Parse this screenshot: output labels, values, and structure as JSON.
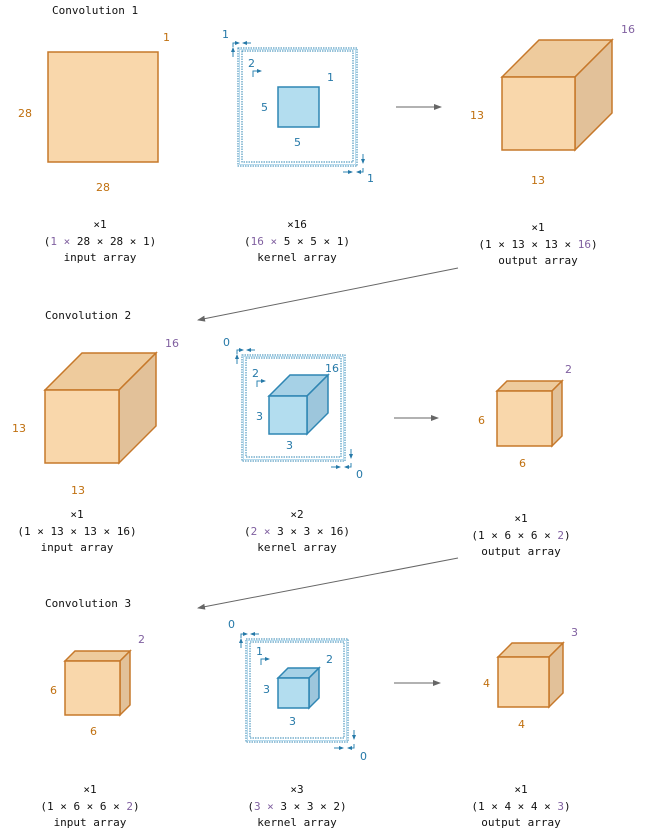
{
  "colors": {
    "orange": "#c0700f",
    "purple": "#8060a0",
    "blue": "#2679a8",
    "dark": "#111111",
    "box_fill": "#f9d7ab",
    "box_top": "#eecb9d",
    "box_side": "#e2c199",
    "box_stroke": "#c6782a",
    "k_fill": "#b3ddef",
    "k_top": "#a6d1e6",
    "k_side": "#9dc6dc",
    "k_stroke": "#2f86b3"
  },
  "sections": [
    {
      "title": "Convolution 1",
      "input": {
        "labels": {
          "depth": "1",
          "height": "28",
          "width": "28"
        },
        "multiplier": "×1",
        "shape": [
          {
            "t": "(",
            "c": "dark"
          },
          {
            "t": "1 ×",
            "c": "purple"
          },
          {
            "t": " 28 × 28 × 1)",
            "c": "dark"
          }
        ],
        "caption": "input array"
      },
      "kernel": {
        "labels": {
          "pad": "1",
          "stride": "2",
          "depth": "1",
          "height": "5",
          "width": "5",
          "pad_end": "1"
        },
        "multiplier": "×16",
        "shape": [
          {
            "t": "(",
            "c": "dark"
          },
          {
            "t": "16 ×",
            "c": "purple"
          },
          {
            "t": " 5 × 5 × 1)",
            "c": "dark"
          }
        ],
        "caption": "kernel array"
      },
      "output": {
        "labels": {
          "depth": "16",
          "height": "13",
          "width": "13"
        },
        "multiplier": "×1",
        "shape": [
          {
            "t": "(1 × 13 × 13 × ",
            "c": "dark"
          },
          {
            "t": "16",
            "c": "purple"
          },
          {
            "t": ")",
            "c": "dark"
          }
        ],
        "caption": "output array"
      }
    },
    {
      "title": "Convolution 2",
      "input": {
        "labels": {
          "depth": "16",
          "height": "13",
          "width": "13"
        },
        "multiplier": "×1",
        "shape": [
          {
            "t": "(1 × 13 × 13 × 16)",
            "c": "dark"
          }
        ],
        "caption": "input array"
      },
      "kernel": {
        "labels": {
          "pad": "0",
          "stride": "2",
          "depth": "16",
          "height": "3",
          "width": "3",
          "pad_end": "0"
        },
        "multiplier": "×2",
        "shape": [
          {
            "t": "(",
            "c": "dark"
          },
          {
            "t": "2 ×",
            "c": "purple"
          },
          {
            "t": " 3 × 3 × 16)",
            "c": "dark"
          }
        ],
        "caption": "kernel array"
      },
      "output": {
        "labels": {
          "depth": "2",
          "height": "6",
          "width": "6"
        },
        "multiplier": "×1",
        "shape": [
          {
            "t": "(1 × 6 × 6 × ",
            "c": "dark"
          },
          {
            "t": "2",
            "c": "purple"
          },
          {
            "t": ")",
            "c": "dark"
          }
        ],
        "caption": "output array"
      }
    },
    {
      "title": "Convolution 3",
      "input": {
        "labels": {
          "depth": "2",
          "height": "6",
          "width": "6"
        },
        "multiplier": "×1",
        "shape": [
          {
            "t": "(1 × 6 × 6 × ",
            "c": "dark"
          },
          {
            "t": "2",
            "c": "purple"
          },
          {
            "t": ")",
            "c": "dark"
          }
        ],
        "caption": "input array"
      },
      "kernel": {
        "labels": {
          "pad": "0",
          "stride": "1",
          "depth": "2",
          "height": "3",
          "width": "3",
          "pad_end": "0"
        },
        "multiplier": "×3",
        "shape": [
          {
            "t": "(",
            "c": "dark"
          },
          {
            "t": "3 ×",
            "c": "purple"
          },
          {
            "t": " 3 × 3 × 2)",
            "c": "dark"
          }
        ],
        "caption": "kernel array"
      },
      "output": {
        "labels": {
          "depth": "3",
          "height": "4",
          "width": "4"
        },
        "multiplier": "×1",
        "shape": [
          {
            "t": "(1 × 4 × 4 × ",
            "c": "dark"
          },
          {
            "t": "3",
            "c": "purple"
          },
          {
            "t": ")",
            "c": "dark"
          }
        ],
        "caption": "output array"
      }
    }
  ]
}
